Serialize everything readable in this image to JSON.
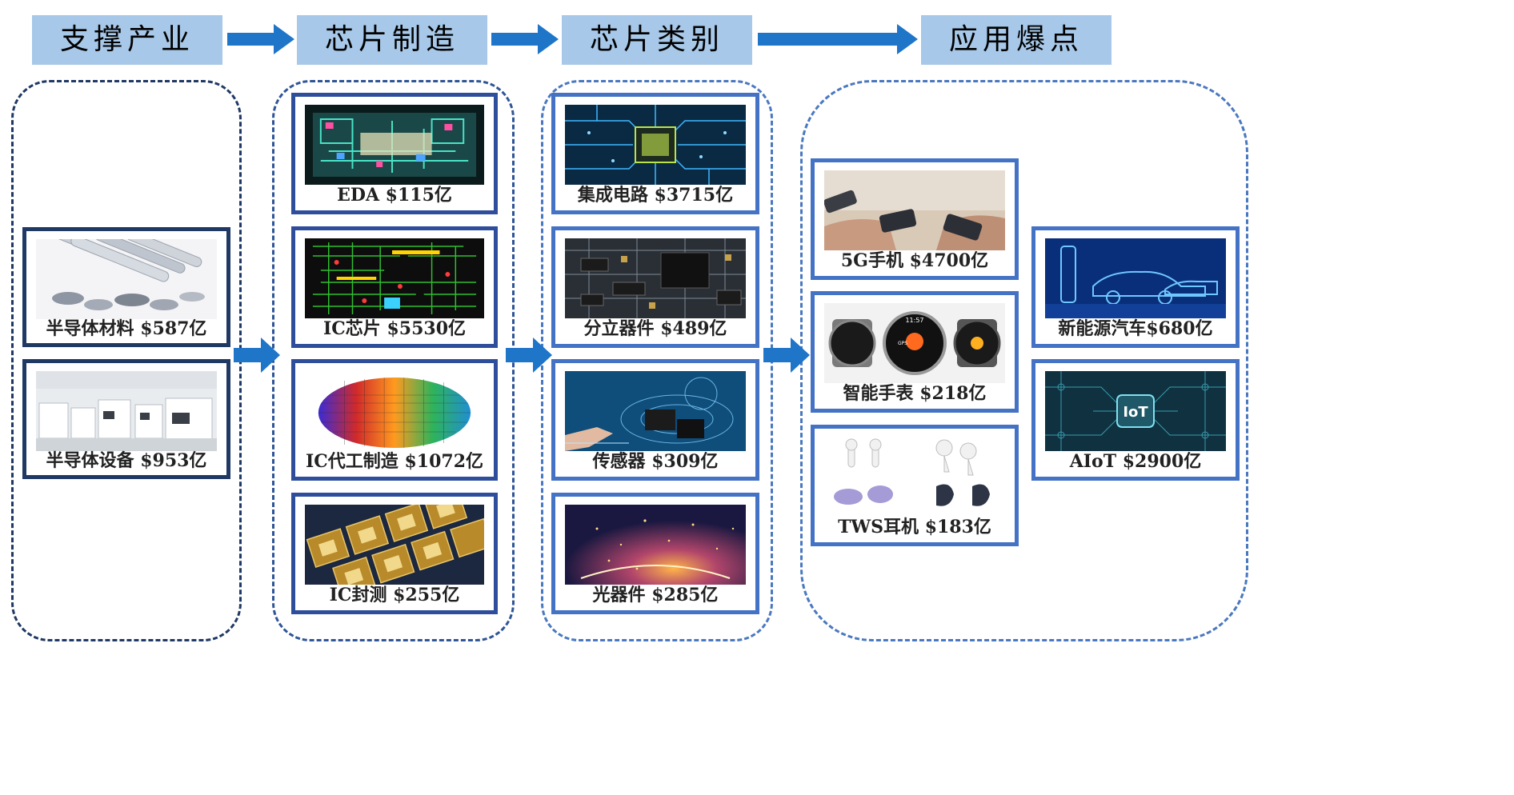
{
  "headers": {
    "support": "支撑产业",
    "manufacturing": "芯片制造",
    "categories": "芯片类别",
    "applications": "应用爆点"
  },
  "support": {
    "materials": "半导体材料 $587亿",
    "equipment": "半导体设备 $953亿"
  },
  "manufacturing": {
    "eda": "EDA $115亿",
    "ic_chip": "IC芯片 $5530亿",
    "foundry": "IC代工制造 $1072亿",
    "packaging": "IC封测 $255亿"
  },
  "categories": {
    "ic": "集成电路 $3715亿",
    "discrete": "分立器件 $489亿",
    "sensor": "传感器 $309亿",
    "optical": "光器件 $285亿"
  },
  "applications": {
    "phone": "5G手机 $4700亿",
    "watch": "智能手表 $218亿",
    "tws": "TWS耳机 $183亿",
    "ev": "新能源汽车$680亿",
    "aiot": "AIoT $2900亿"
  },
  "image_text": {
    "iot": "IoT",
    "watch_gps": "GPS",
    "watch_time": "11:57"
  },
  "colors": {
    "header_bg": "#a7c8e8",
    "arrow": "#1f75c8",
    "dark_border": "#1f3864",
    "mid_border": "#2e4e9c",
    "light_border": "#4472c4"
  }
}
